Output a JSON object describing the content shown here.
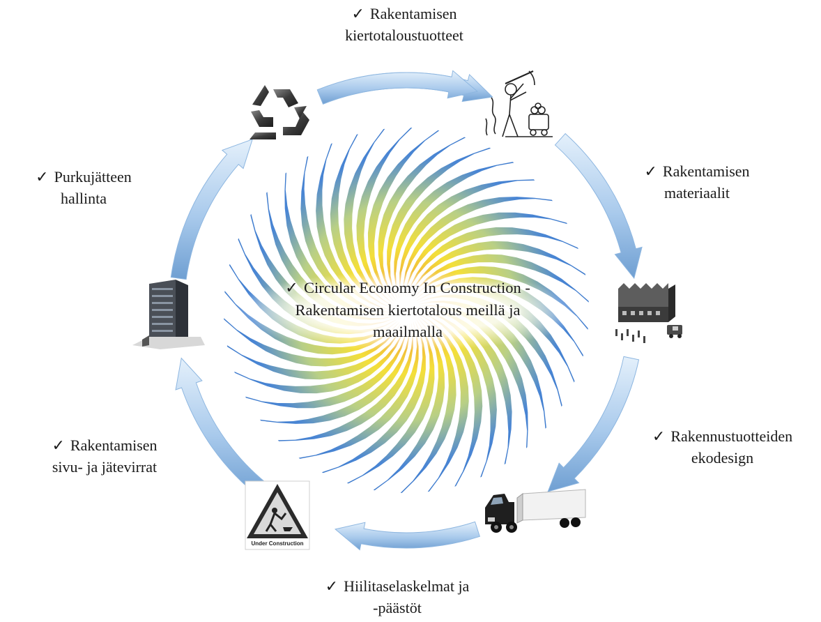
{
  "labels": {
    "top": {
      "check": "✓",
      "line1": "Rakentamisen",
      "line2": "kiertotaloustuotteet"
    },
    "materials": {
      "check": "✓",
      "line1": "Rakentamisen",
      "line2": "materiaalit"
    },
    "ecodesign": {
      "check": "✓",
      "line1": "Rakennustuotteiden",
      "line2": "ekodesign"
    },
    "carbon": {
      "check": "✓",
      "line1": "Hiilitaselaskelmat ja",
      "line2": "-päästöt"
    },
    "sidestreams": {
      "check": "✓",
      "line1": "Rakentamisen",
      "line2": "sivu- ja jätevirrat"
    },
    "demolition": {
      "check": "✓",
      "line1": "Purkujätteen",
      "line2": "hallinta"
    },
    "center": {
      "check": "✓",
      "line1": "Circular Economy In Construction -",
      "line2": "Rakentamisen kiertotalous meillä ja",
      "line3": "maailmalla"
    }
  },
  "icons": [
    "recycle-icon",
    "miner-icon",
    "factory-icon",
    "truck-icon",
    "under-construction-sign-icon",
    "building-icon"
  ],
  "sign_text": "Under Construction",
  "colors": {
    "arrow_light": "#cfe3f6",
    "arrow_dark": "#6f9fd2",
    "spiral_blue": "#4a86d4",
    "spiral_yellow": "#f3df3a",
    "spiral_orange": "#ee8a3a"
  }
}
